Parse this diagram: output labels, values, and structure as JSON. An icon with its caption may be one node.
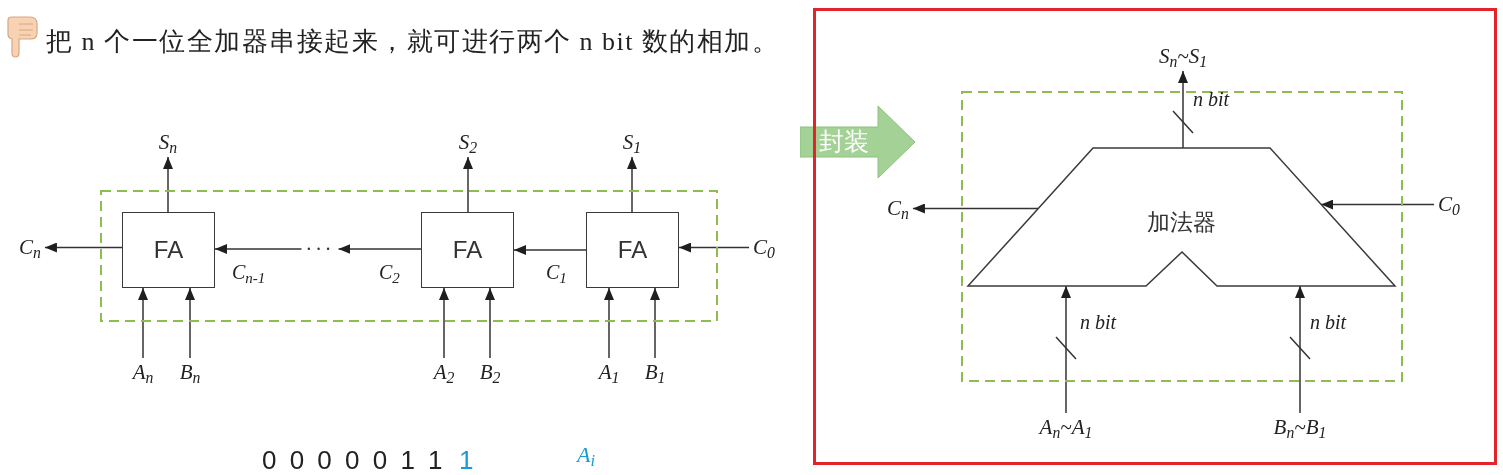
{
  "diagram": {
    "title": "把 n 个一位全加器串接起来，就可进行两个 n bit 数的相加。",
    "nodes": [
      {
        "text": [],
        "shape": "box"
      },
      {
        "text": [
          "FA"
        ],
        "in": 0
      },
      {
        "text": [
          "FA"
        ],
        "in": 0
      },
      {
        "text": [
          "FA"
        ],
        "in": 0
      },
      {
        "text": [
          "S$_{n}$"
        ]
      },
      {
        "text": [
          "S$_{2}$"
        ]
      },
      {
        "text": [
          "S$_{1}$"
        ]
      },
      {
        "text": [
          "C$_{n}$"
        ]
      },
      {
        "text": [
          "···"
        ],
        "in": 0
      },
      {
        "text": [
          "C$_{0}$"
        ]
      },
      {
        "text": [
          "A$_{n}$"
        ]
      },
      {
        "text": [
          "B$_{n}$"
        ]
      },
      {
        "text": [
          "A$_{2}$"
        ]
      },
      {
        "text": [
          "B$_{2}$"
        ]
      },
      {
        "text": [
          "A$_{1}$"
        ]
      },
      {
        "text": [
          "B$_{1}$"
        ]
      },
      {
        "text": [
          "封装"
        ]
      },
      {
        "text": [],
        "shape": "box"
      },
      {
        "text": [
          "S$_{n}$~S$_{1}$"
        ],
        "in": 17
      },
      {
        "text": [],
        "shape": "box",
        "in": 17
      },
      {
        "text": [
          "加法器"
        ],
        "in": 19
      },
      {
        "text": [
          "C$_{n}$"
        ],
        "in": 17
      },
      {
        "text": [
          "C$_{0}$"
        ],
        "in": 17
      },
      {
        "text": [
          "A$_{n}$~A$_{1}$"
        ],
        "in": 17
      },
      {
        "text": [
          "B$_{n}$~B$_{1}$"
        ],
        "in": 17
      }
    ],
    "edges": [
      {
        "from": 1,
        "to": 4,
        "arrow": "to"
      },
      {
        "from": 2,
        "to": 5,
        "arrow": "to"
      },
      {
        "from": 3,
        "to": 6,
        "arrow": "to"
      },
      {
        "from": 1,
        "to": 7,
        "arrow": "to"
      },
      {
        "from": 8,
        "to": 1,
        "arrow": "to",
        "label": "C$_{n-1}$"
      },
      {
        "from": 2,
        "to": 8,
        "arrow": "to",
        "label": "C$_{2}$"
      },
      {
        "from": 3,
        "to": 2,
        "arrow": "to",
        "label": "C$_{1}$"
      },
      {
        "from": 9,
        "to": 3,
        "arrow": "to"
      },
      {
        "from": 10,
        "to": 1,
        "arrow": "to"
      },
      {
        "from": 11,
        "to": 1,
        "arrow": "to"
      },
      {
        "from": 12,
        "to": 2,
        "arrow": "to"
      },
      {
        "from": 13,
        "to": 2,
        "arrow": "to"
      },
      {
        "from": 14,
        "to": 3,
        "arrow": "to"
      },
      {
        "from": 15,
        "to": 3,
        "arrow": "to"
      },
      {
        "from": 20,
        "to": 18,
        "arrow": "to",
        "label": "n bit"
      },
      {
        "from": 20,
        "to": 21,
        "arrow": "to"
      },
      {
        "from": 22,
        "to": 20,
        "arrow": "to"
      },
      {
        "from": 23,
        "to": 20,
        "arrow": "to",
        "label": "n bit"
      },
      {
        "from": 24,
        "to": 20,
        "arrow": "to",
        "label": "n bit"
      }
    ],
    "labels": [
      "0 0 0 0 0 1 1",
      "1",
      "A$_{i}$"
    ]
  }
}
